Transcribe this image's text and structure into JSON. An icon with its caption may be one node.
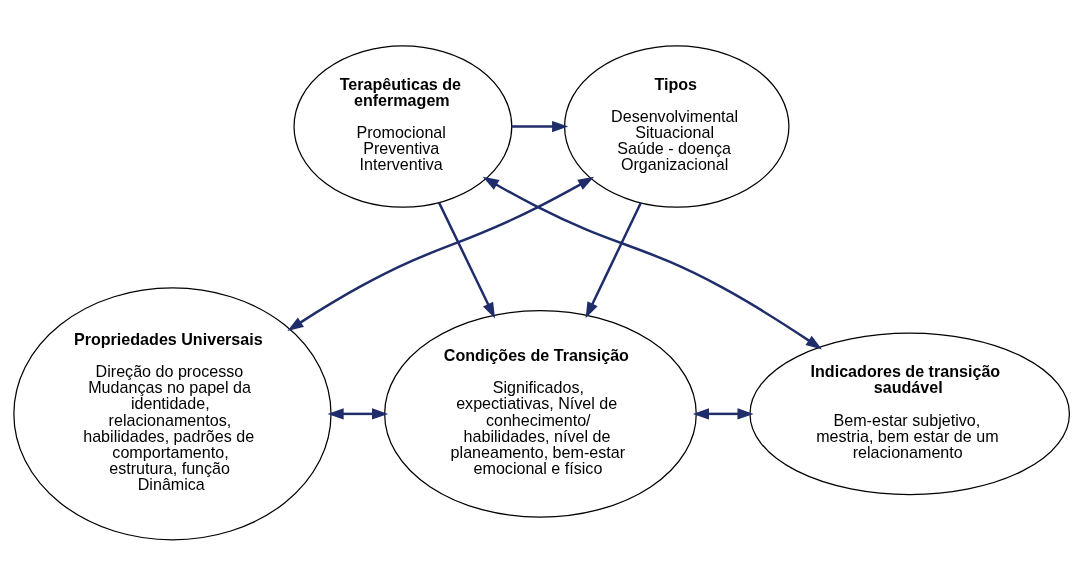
{
  "diagram": {
    "nodes": [
      {
        "text": [
          "Propriedades Universais",
          "Direção do processo",
          "Mudanças no papel da identidade, relacionamentos, habilidades, padrões de comportamento, estrutura, função",
          "Dinâmica"
        ]
      },
      {
        "text": [
          "Condições de Transição",
          "Significados, expectiativas, Nível de conhecimento/ habilidades, nível de planeamento, bem-estar emocional e físico"
        ]
      },
      {
        "text": [
          "Indicadores de transição saudável",
          "Bem-estar subjetivo, mestria, bem estar de um relacionamento"
        ]
      },
      {
        "text": [
          "Tipos",
          "Desenvolvimental",
          "Situacional",
          "Saúde - doença",
          "Organizacional"
        ]
      },
      {
        "text": [
          "Terapêuticas de enfermagem",
          "Promocional",
          "Preventiva",
          "Interventiva"
        ]
      }
    ],
    "edges": [
      {
        "from": 0,
        "to": 1,
        "arrow": "both"
      },
      {
        "from": 1,
        "to": 2,
        "arrow": "both"
      },
      {
        "from": 3,
        "to": 1,
        "arrow": "to"
      },
      {
        "from": 4,
        "to": 1,
        "arrow": "to"
      },
      {
        "from": 4,
        "to": 3,
        "arrow": "to"
      },
      {
        "from": 3,
        "to": 0,
        "arrow": "both"
      },
      {
        "from": 4,
        "to": 2,
        "arrow": "both"
      }
    ]
  }
}
